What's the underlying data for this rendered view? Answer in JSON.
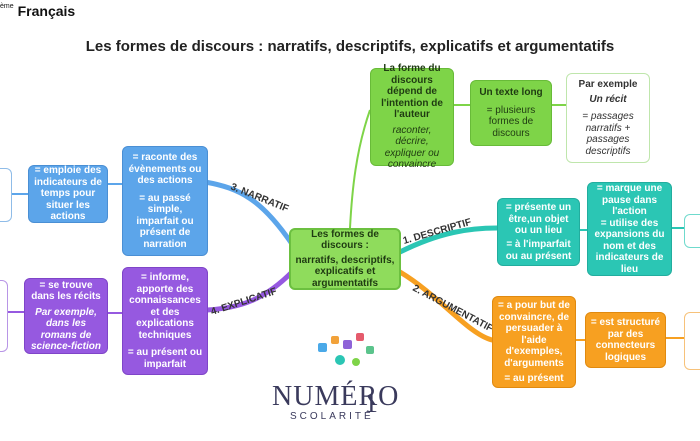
{
  "header": {
    "level_suffix": "ème",
    "subject": "Français"
  },
  "title": "Les formes de discours : narratifs, descriptifs, explicatifs et argumentatifs",
  "center": {
    "line1": "Les formes de discours :",
    "line2": "narratifs, descriptifs, explicatifs et argumentatifs"
  },
  "branches": {
    "narratif": "3. NARRATIF",
    "descriptif": "1. DESCRIPTIF",
    "argumentatif": "2. ARGUMENTATIF",
    "explicatif": "4. EXPLICATIF"
  },
  "top": {
    "intent": {
      "text": "La forme du discours dépend de l'intention de l'auteur",
      "example": "raconter, décrire, expliquer ou convaincre"
    },
    "long_text": {
      "title": "Un texte long",
      "text": "= plusieurs formes de discours"
    },
    "example": {
      "title": "Par exemple",
      "subtitle": "Un récit",
      "text": "= passages narratifs + passages descriptifs"
    }
  },
  "narratif": {
    "main": {
      "text1": "= raconte des évènements ou des actions",
      "text2": "= au passé simple, imparfait ou présent de narration"
    },
    "detail": "= emploie des indicateurs de temps pour situer les actions"
  },
  "explicatif": {
    "main": {
      "text1": "= informe, apporte des connaissances et des explications techniques",
      "text2": "= au présent ou imparfait"
    },
    "detail": {
      "text": "= se trouve dans les récits",
      "example": "Par exemple, dans les romans de science-fiction"
    }
  },
  "descriptif": {
    "main": {
      "text1": "= présente un être,un objet ou un lieu",
      "text2": "= à l'imparfait ou au présent"
    },
    "detail": {
      "text1": "= marque une pause dans l'action",
      "text2": "= utilise des expansions du nom et des indicateurs de lieu"
    }
  },
  "argumentatif": {
    "main": {
      "text1": "= a pour but de convaincre, de persuader à l'aide d'exemples, d'arguments",
      "text2": "= au présent"
    },
    "detail": "= est structuré par des connecteurs logiques"
  },
  "logo": {
    "main": "NUMÉRO",
    "digit": "1",
    "sub": "SCOLARITÉ"
  },
  "colors": {
    "narratif": "#5ca5ea",
    "explicatif": "#9659e0",
    "descriptif": "#2bc6b4",
    "argumentatif": "#f7a021",
    "center": "#8fdc5c"
  }
}
